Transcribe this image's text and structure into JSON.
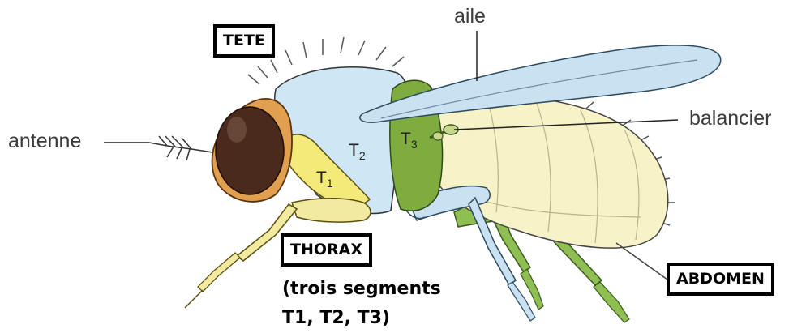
{
  "labels": {
    "tete": "TETE",
    "aile": "aile",
    "antenne": "antenne",
    "balancier": "balancier",
    "thorax": "THORAX",
    "thorax_note_line1": "(trois segments",
    "thorax_note_line2": "T1, T2, T3)",
    "abdomen": "ABDOMEN"
  },
  "segments": {
    "t1": "T",
    "t1_sub": "1",
    "t2": "T",
    "t2_sub": "2",
    "t3": "T",
    "t3_sub": "3"
  },
  "colors": {
    "head": "#e0a050",
    "eye": "#4a2a1c",
    "thorax_t1": "#f4ea7a",
    "thorax_t2": "#cfe6f4",
    "thorax_t3": "#7fac3e",
    "abdomen": "#f7f2c8",
    "wing": "#c9e1f1",
    "leg_front": "#f2eaa0",
    "leg_mid": "#c9e1f1",
    "leg_hind": "#8fbf52"
  }
}
